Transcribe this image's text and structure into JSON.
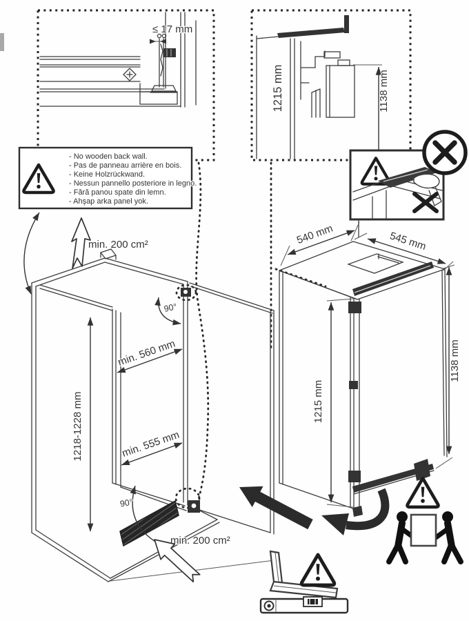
{
  "page": {
    "background": "#ffffff",
    "line_color": "#333333"
  },
  "insets": {
    "hinge_detail": {
      "dimension": "≤ 17 mm"
    },
    "top_clearance": {
      "niche_height": "1215 mm",
      "appliance_height": "1138 mm"
    }
  },
  "no_back_wall_warning": {
    "lines": [
      "- No wooden back wall.",
      "- Pas de panneau arrière en bois.",
      "- Keine Holzrückwand.",
      "- Nessun pannello posteriore in legno.",
      "- Fără panou spate din lemn.",
      "- Ahşap arka panel yok."
    ]
  },
  "niche": {
    "top_ventilation": "min. 200 cm²",
    "bottom_ventilation": "min. 200 cm²",
    "height_range": "1218-1228 mm",
    "min_depth_top": "min. 560 mm",
    "min_depth_bottom": "min. 555 mm",
    "door_angle_top": "90°",
    "door_angle_bottom": "90°"
  },
  "appliance": {
    "width": "540 mm",
    "depth": "545 mm",
    "height": "1215 mm",
    "door_height": "1138 mm"
  },
  "icons": {
    "warning": "warning-triangle",
    "prohibition": "circle-x",
    "carry": "two-person-lift",
    "level": "spirit-level",
    "square": "set-square",
    "airflow": "outline-arrow",
    "insert": "solid-arrow",
    "rotate": "curved-arrow"
  }
}
